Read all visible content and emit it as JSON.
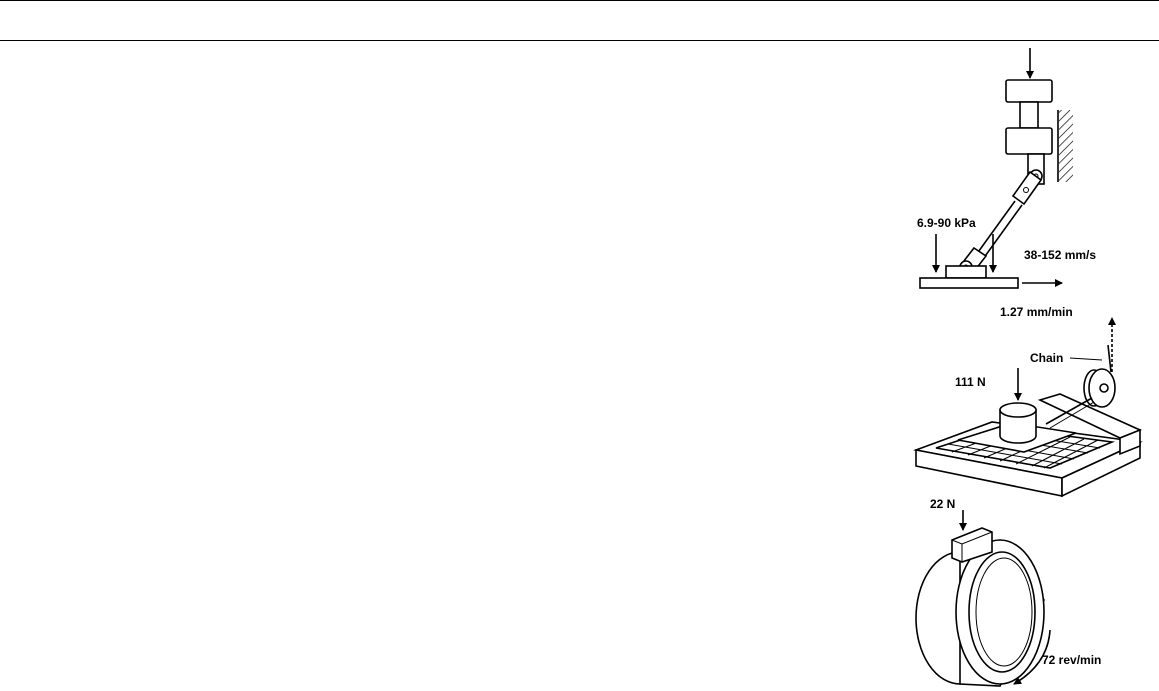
{
  "diagram": {
    "pad_test": {
      "pressure_label": "6.9-90 kPa",
      "speed_label": "38-152 mm/s"
    },
    "block_test": {
      "speed_label": "1.27 mm/min",
      "chain_label": "Chain",
      "load_label": "111 N"
    },
    "ring_test": {
      "load_label": "22 N",
      "speed_label": "72 rev/min"
    }
  }
}
